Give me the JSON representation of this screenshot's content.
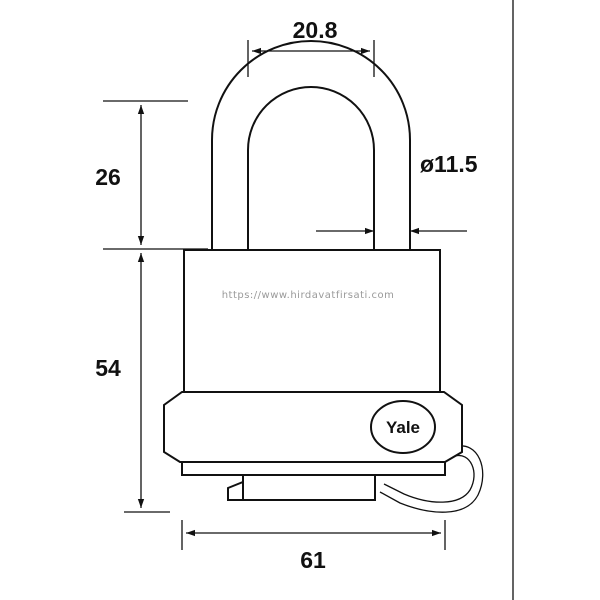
{
  "drawing": {
    "dimensions": {
      "shackle_inner_width": "20.8",
      "shackle_diameter": "ø11.5",
      "shackle_clearance": "26",
      "body_height": "54",
      "body_width": "61"
    },
    "brand_logo": "Yale",
    "watermark": "https://www.hirdavatfirsati.com"
  }
}
